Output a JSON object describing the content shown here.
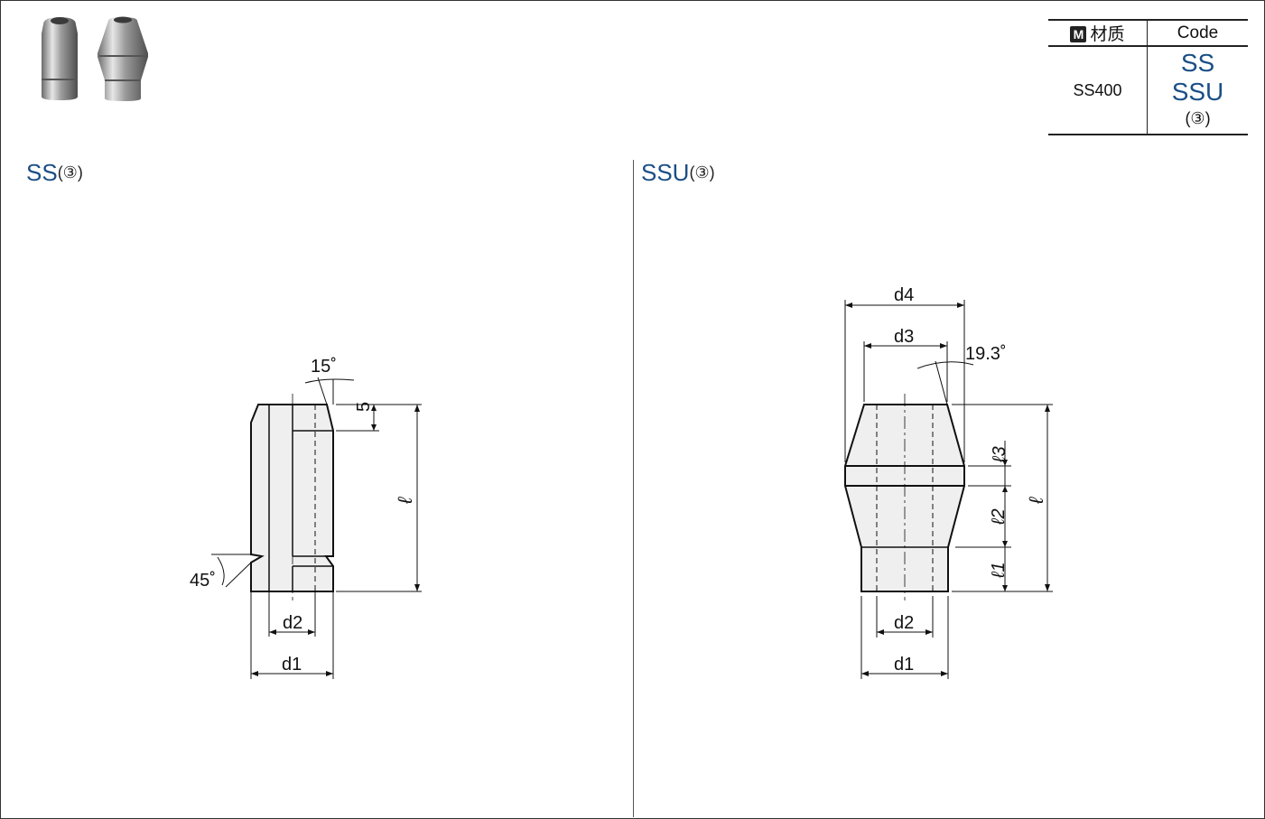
{
  "material_table": {
    "header_material": "材质",
    "header_code": "Code",
    "material_icon": "M",
    "material_value": "SS400",
    "codes": [
      "SS",
      "SSU"
    ],
    "code_note": "(③)"
  },
  "sections": {
    "ss": {
      "title": "SS",
      "mark": "(③)"
    },
    "ssu": {
      "title": "SSU",
      "mark": "(③)"
    }
  },
  "ss_drawing": {
    "angle_top": "15˚",
    "dim_top": "5",
    "length": "ℓ",
    "angle_bottom": "45˚",
    "d2": "d2",
    "d1": "d1"
  },
  "ssu_drawing": {
    "d4": "d4",
    "d3": "d3",
    "angle": "19.3˚",
    "l3": "ℓ3",
    "l2": "ℓ2",
    "l1": "ℓ1",
    "length": "ℓ",
    "d2": "d2",
    "d1": "d1"
  },
  "icons": [
    "product-photo-ss-icon",
    "product-photo-ssu-icon"
  ],
  "colors": {
    "accent": "#1a4f86",
    "fill": "#efefef"
  }
}
